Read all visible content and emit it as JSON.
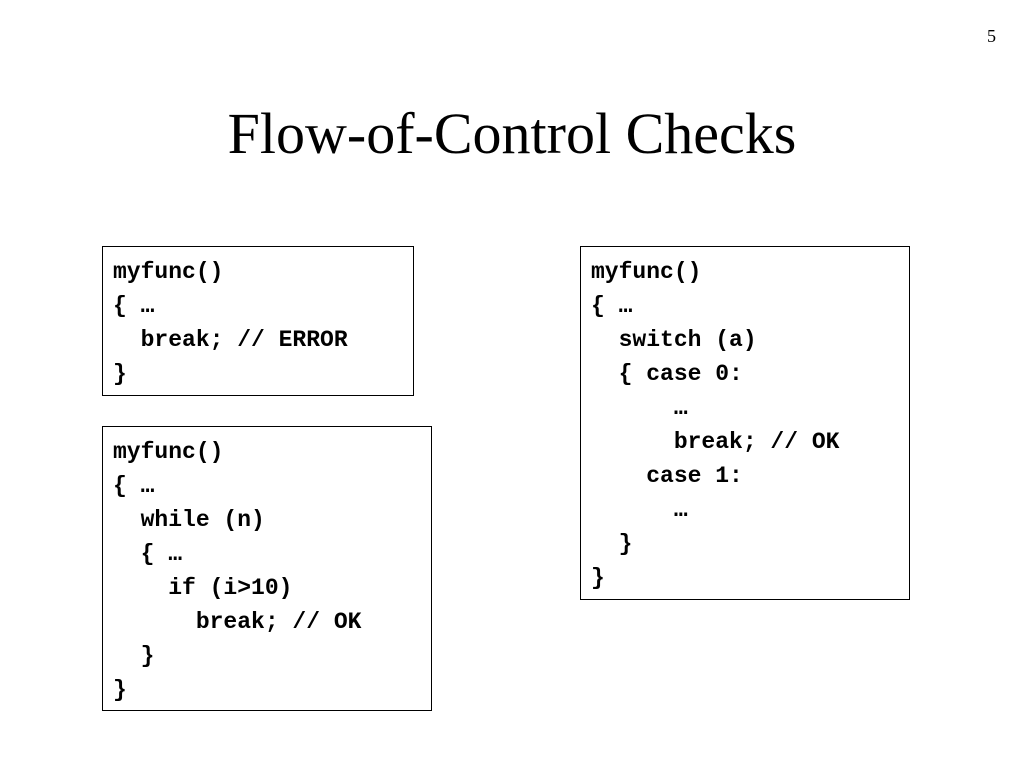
{
  "slide": {
    "page_number": "5",
    "title": "Flow-of-Control Checks"
  },
  "code_boxes": [
    {
      "lines": [
        "myfunc()",
        "{ …",
        "  break; // ERROR",
        "}"
      ]
    },
    {
      "lines": [
        "myfunc()",
        "{ …",
        "  while (n)",
        "  { …",
        "    if (i>10)",
        "      break; // OK",
        "  }",
        "}"
      ]
    },
    {
      "lines": [
        "myfunc()",
        "{ …",
        "  switch (a)",
        "  { case 0:",
        "      …",
        "      break; // OK",
        "    case 1:",
        "      …",
        "  }",
        "}"
      ]
    }
  ]
}
